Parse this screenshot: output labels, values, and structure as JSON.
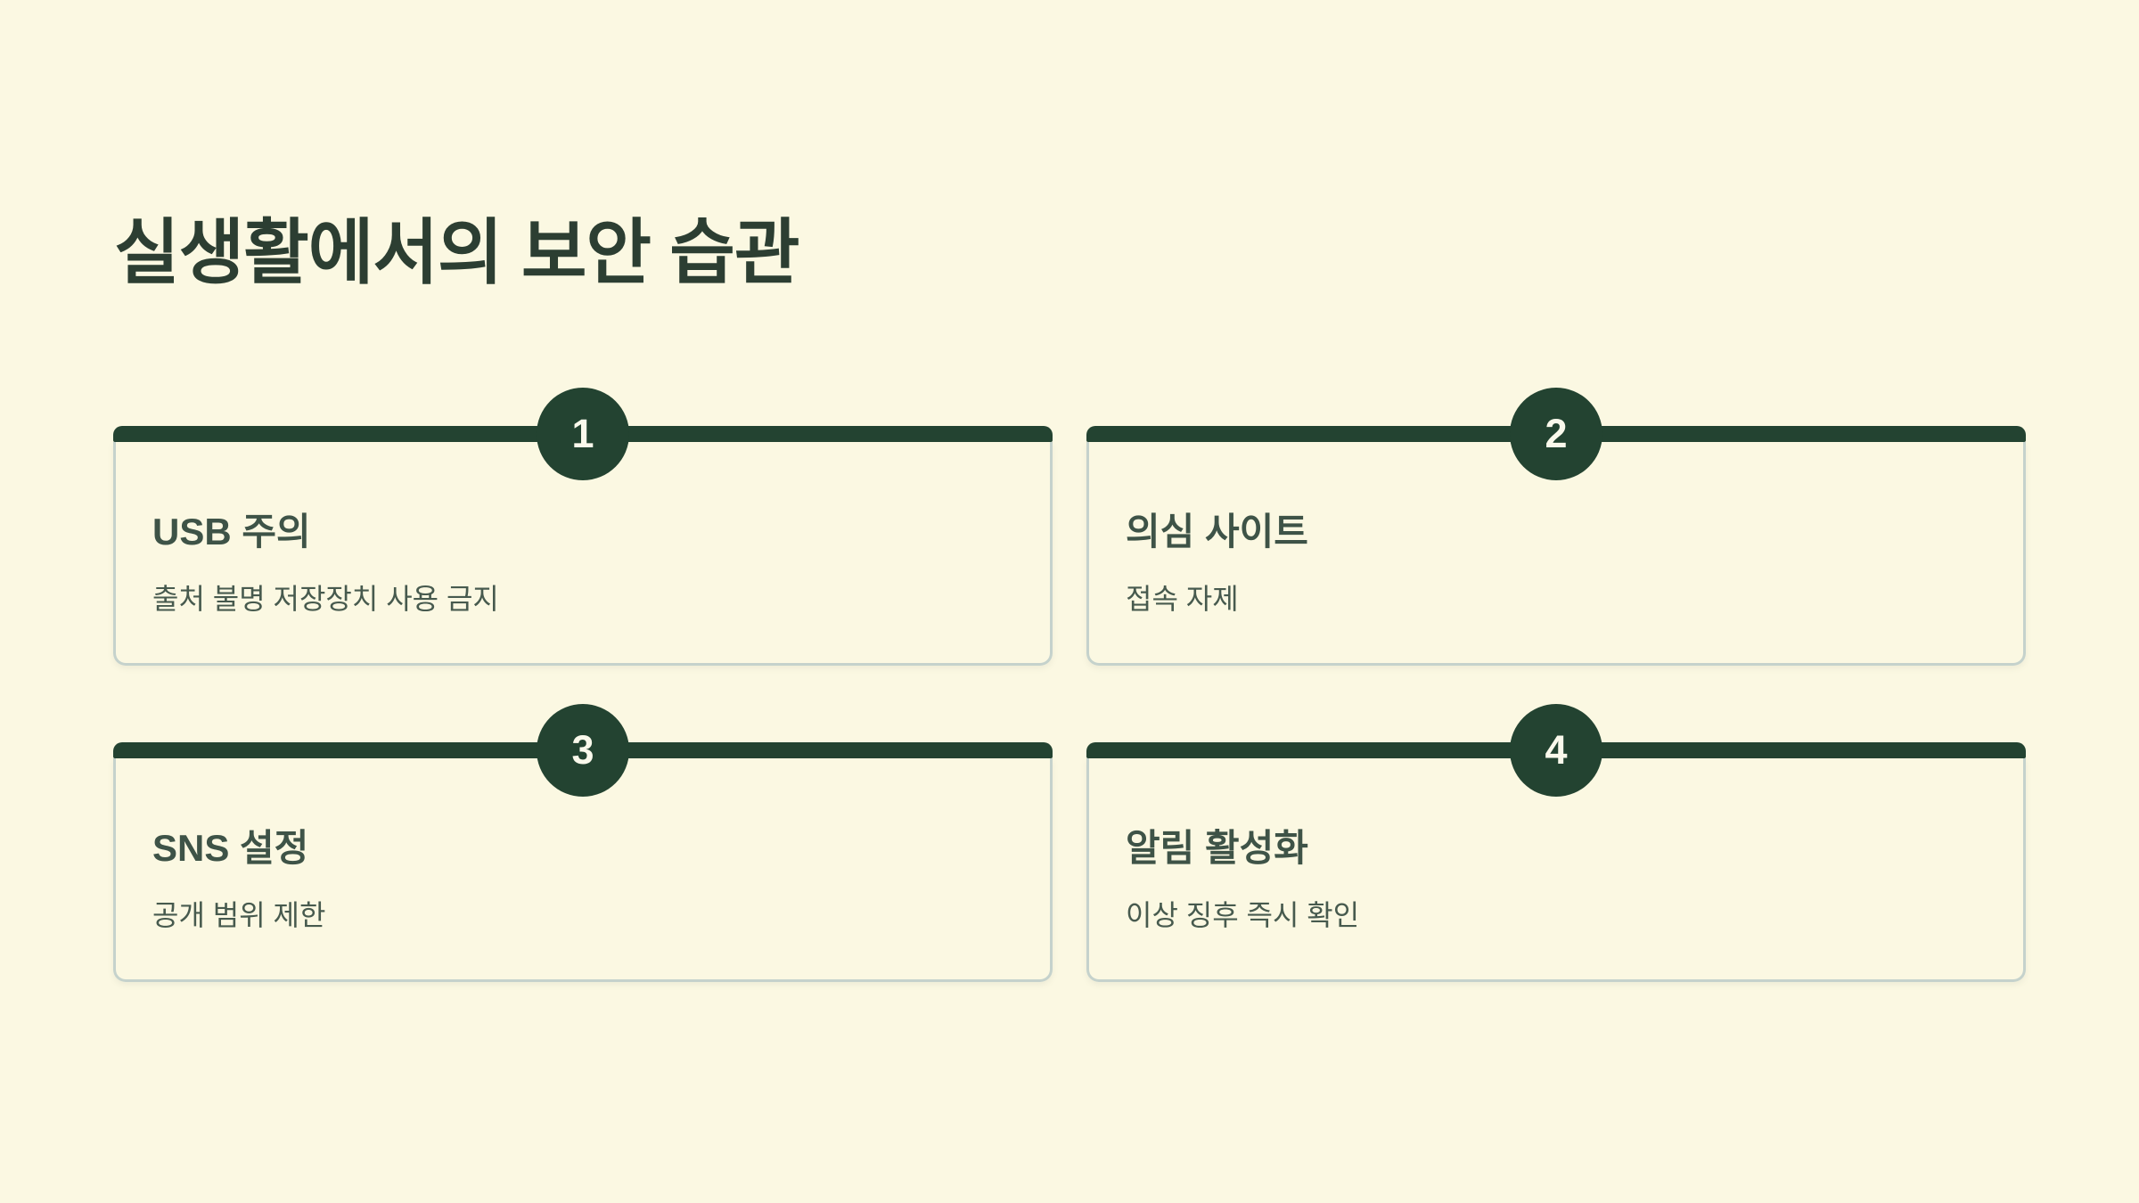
{
  "page": {
    "title": "실생활에서의 보안 습관",
    "background_color": "#FBF8E2"
  },
  "colors": {
    "accent_green": "#234331",
    "card_border": "#C5D2CC",
    "page_title_text": "#2C3E32",
    "card_title_text": "#3E5347",
    "card_subtitle_text": "#475A4E",
    "badge_number_text": "#FAF9EC"
  },
  "cards": [
    {
      "number": "1",
      "title": "USB 주의",
      "subtitle": "출처 불명 저장장치 사용 금지"
    },
    {
      "number": "2",
      "title": "의심 사이트",
      "subtitle": "접속 자제"
    },
    {
      "number": "3",
      "title": "SNS 설정",
      "subtitle": "공개 범위 제한"
    },
    {
      "number": "4",
      "title": "알림 활성화",
      "subtitle": "이상 징후 즉시 확인"
    }
  ]
}
